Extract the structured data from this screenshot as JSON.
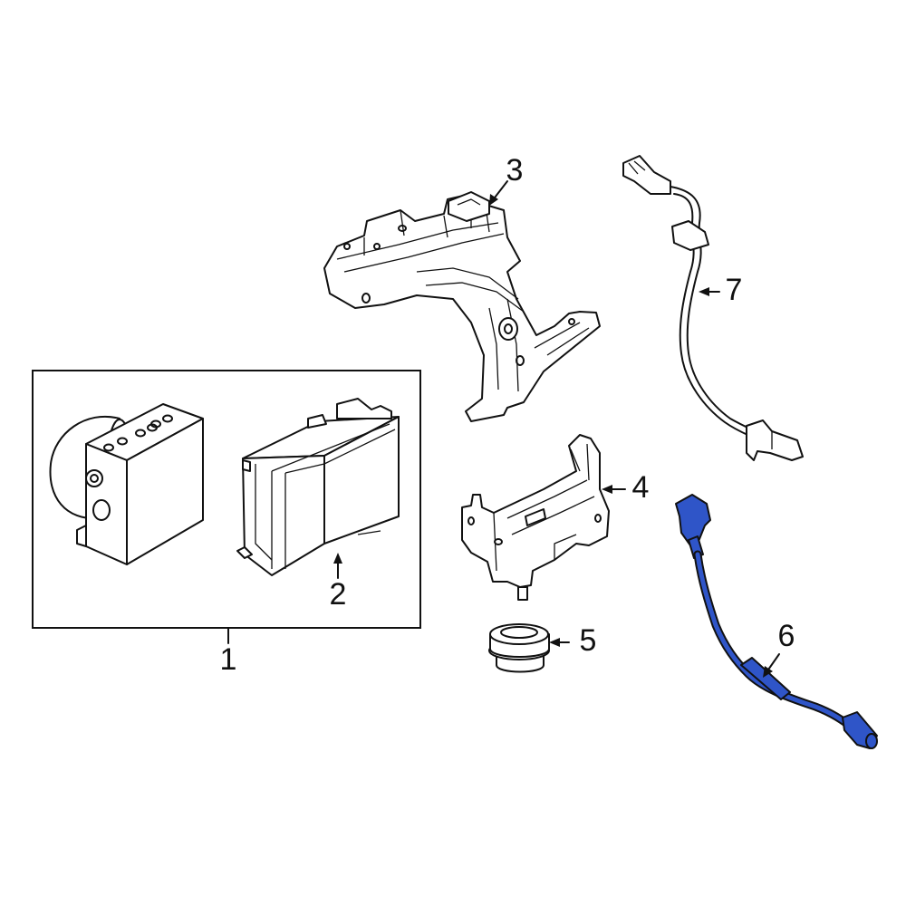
{
  "callouts": {
    "c1": "1",
    "c2": "2",
    "c3": "3",
    "c4": "4",
    "c5": "5",
    "c6": "6",
    "c7": "7"
  },
  "colors": {
    "line": "#111111",
    "highlight": "#2f55c8",
    "background": "#ffffff"
  }
}
